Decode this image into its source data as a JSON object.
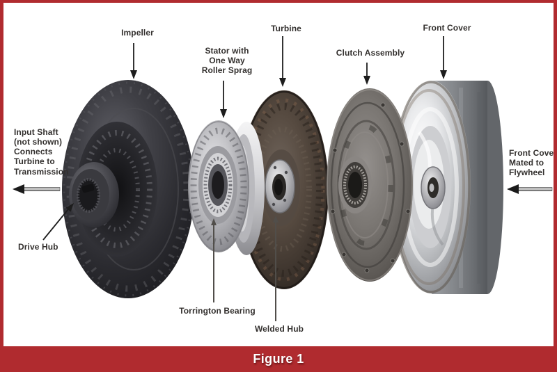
{
  "figure": {
    "caption": "Figure 1"
  },
  "colors": {
    "frame_red": "#b02b2f",
    "background": "#ffffff",
    "label_text": "#33302e"
  },
  "diagram": {
    "subject": "torque converter exploded view",
    "labels": {
      "impeller": "Impeller",
      "stator": "Stator with\nOne Way\nRoller Sprag",
      "turbine": "Turbine",
      "clutch_assembly": "Clutch Assembly",
      "front_cover": "Front Cover",
      "input_shaft": "Input Shaft\n(not shown)\nConnects\nTurbine to\nTransmission",
      "drive_hub": "Drive Hub",
      "torrington_bearing": "Torrington Bearing",
      "welded_hub": "Welded Hub",
      "front_cover_mated": "Front Cover\nMated to\nFlywheel"
    }
  }
}
